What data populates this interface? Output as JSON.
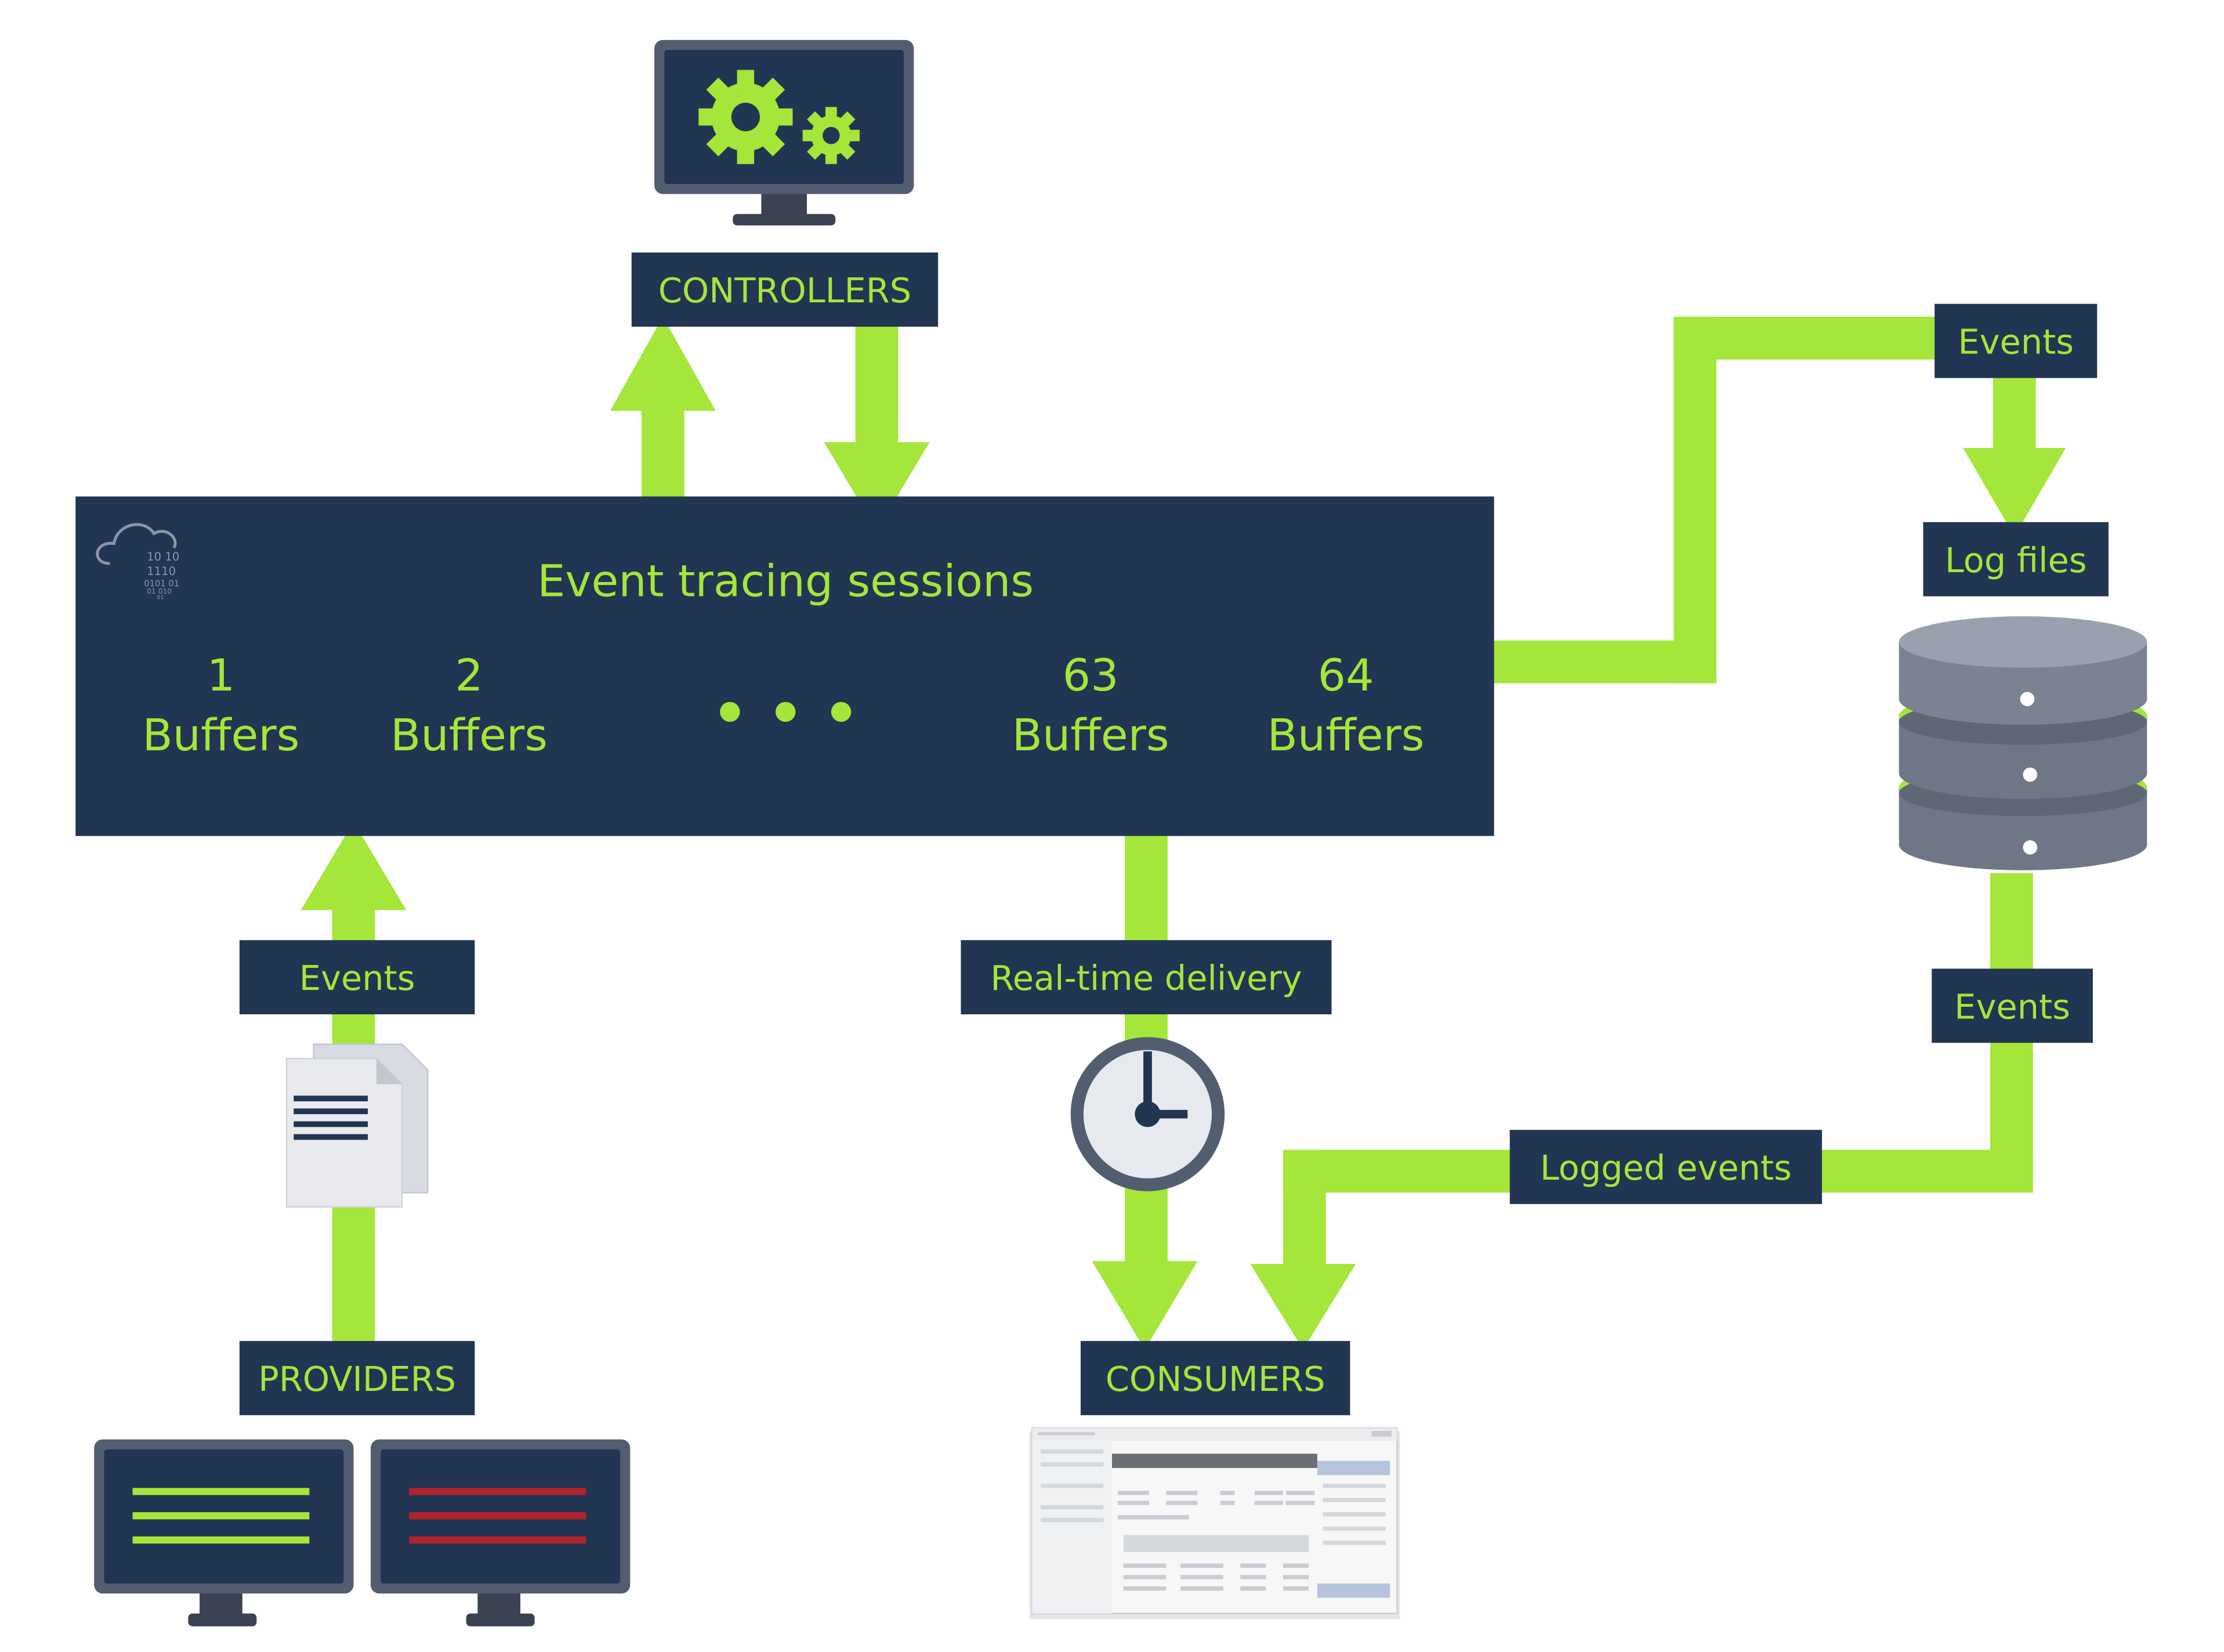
{
  "colors": {
    "navy": "#223552",
    "green": "#a4e63a",
    "monitor_frame": "#525d70",
    "monitor_stand": "#3b4352",
    "red_line": "#b0242a",
    "db_body": "#6f7686",
    "doc_fill": "#e8eaee",
    "clock_face": "#e6e9ee"
  },
  "session": {
    "title": "Event tracing sessions",
    "buffers": [
      {
        "number": "1",
        "label": "Buffers"
      },
      {
        "number": "2",
        "label": "Buffers"
      },
      {
        "number": "63",
        "label": "Buffers"
      },
      {
        "number": "64",
        "label": "Buffers"
      }
    ],
    "ellipsis_icon": "three-dots",
    "cloud_icon": "cloud-binary-icon",
    "cloud_binary_lines": [
      "10  10",
      "1110",
      "0101  01",
      "01  010",
      "01"
    ]
  },
  "labels": {
    "controllers": "CONTROLLERS",
    "events_top_right": "Events",
    "log_files": "Log files",
    "events_left": "Events",
    "real_time_delivery": "Real-time delivery",
    "events_right": "Events",
    "logged_events": "Logged events",
    "providers": "PROVIDERS",
    "consumers": "CONSUMERS"
  },
  "icons": {
    "controller_monitor": "monitor-gears-icon",
    "log_database": "database-icon",
    "provider_document": "document-stack-icon",
    "delivery_clock": "clock-icon",
    "provider_monitor_green": "monitor-green-lines-icon",
    "provider_monitor_red": "monitor-red-lines-icon",
    "consumer_window": "application-window-icon"
  }
}
